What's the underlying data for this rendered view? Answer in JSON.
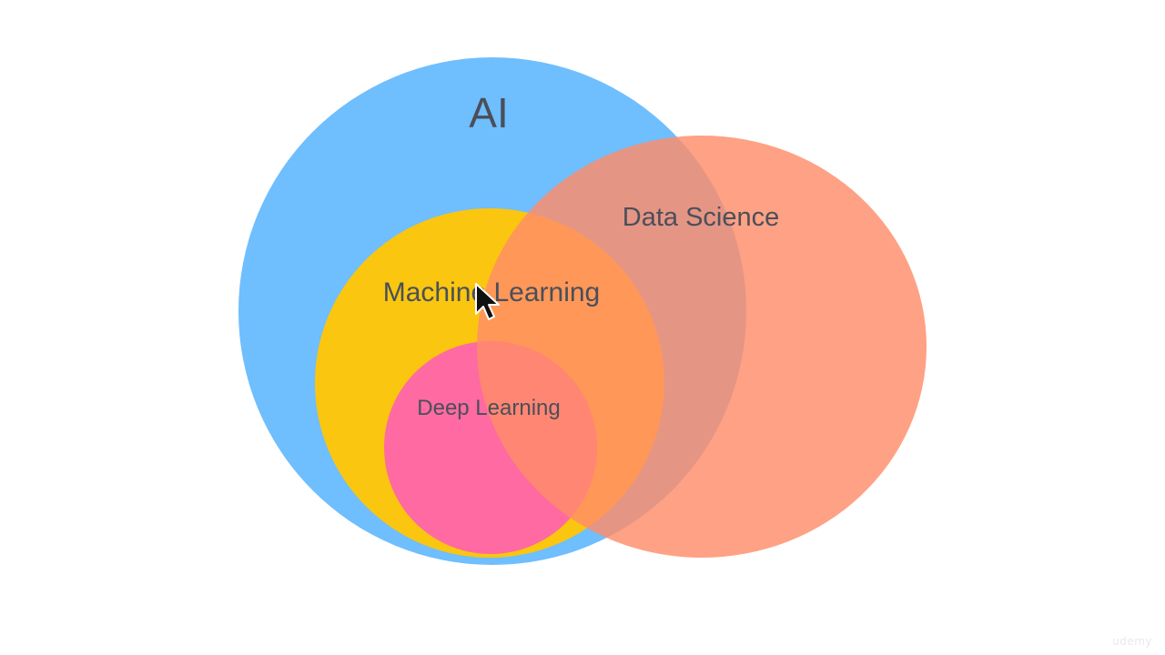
{
  "diagram": {
    "type": "venn",
    "sets": [
      {
        "id": "ai",
        "label": "AI",
        "color": "#6fbefe"
      },
      {
        "id": "ml",
        "label": "Machine Learning",
        "color": "#fac610"
      },
      {
        "id": "dl",
        "label": "Deep Learning",
        "color": "#fe6aa1"
      },
      {
        "id": "ds",
        "label": "Data Science",
        "color": "#ff8c69"
      }
    ],
    "relations": [
      "Deep Learning is a subset of Machine Learning",
      "Machine Learning is a subset of AI",
      "Data Science overlaps AI, Machine Learning and Deep Learning"
    ]
  },
  "watermark": "udemy"
}
